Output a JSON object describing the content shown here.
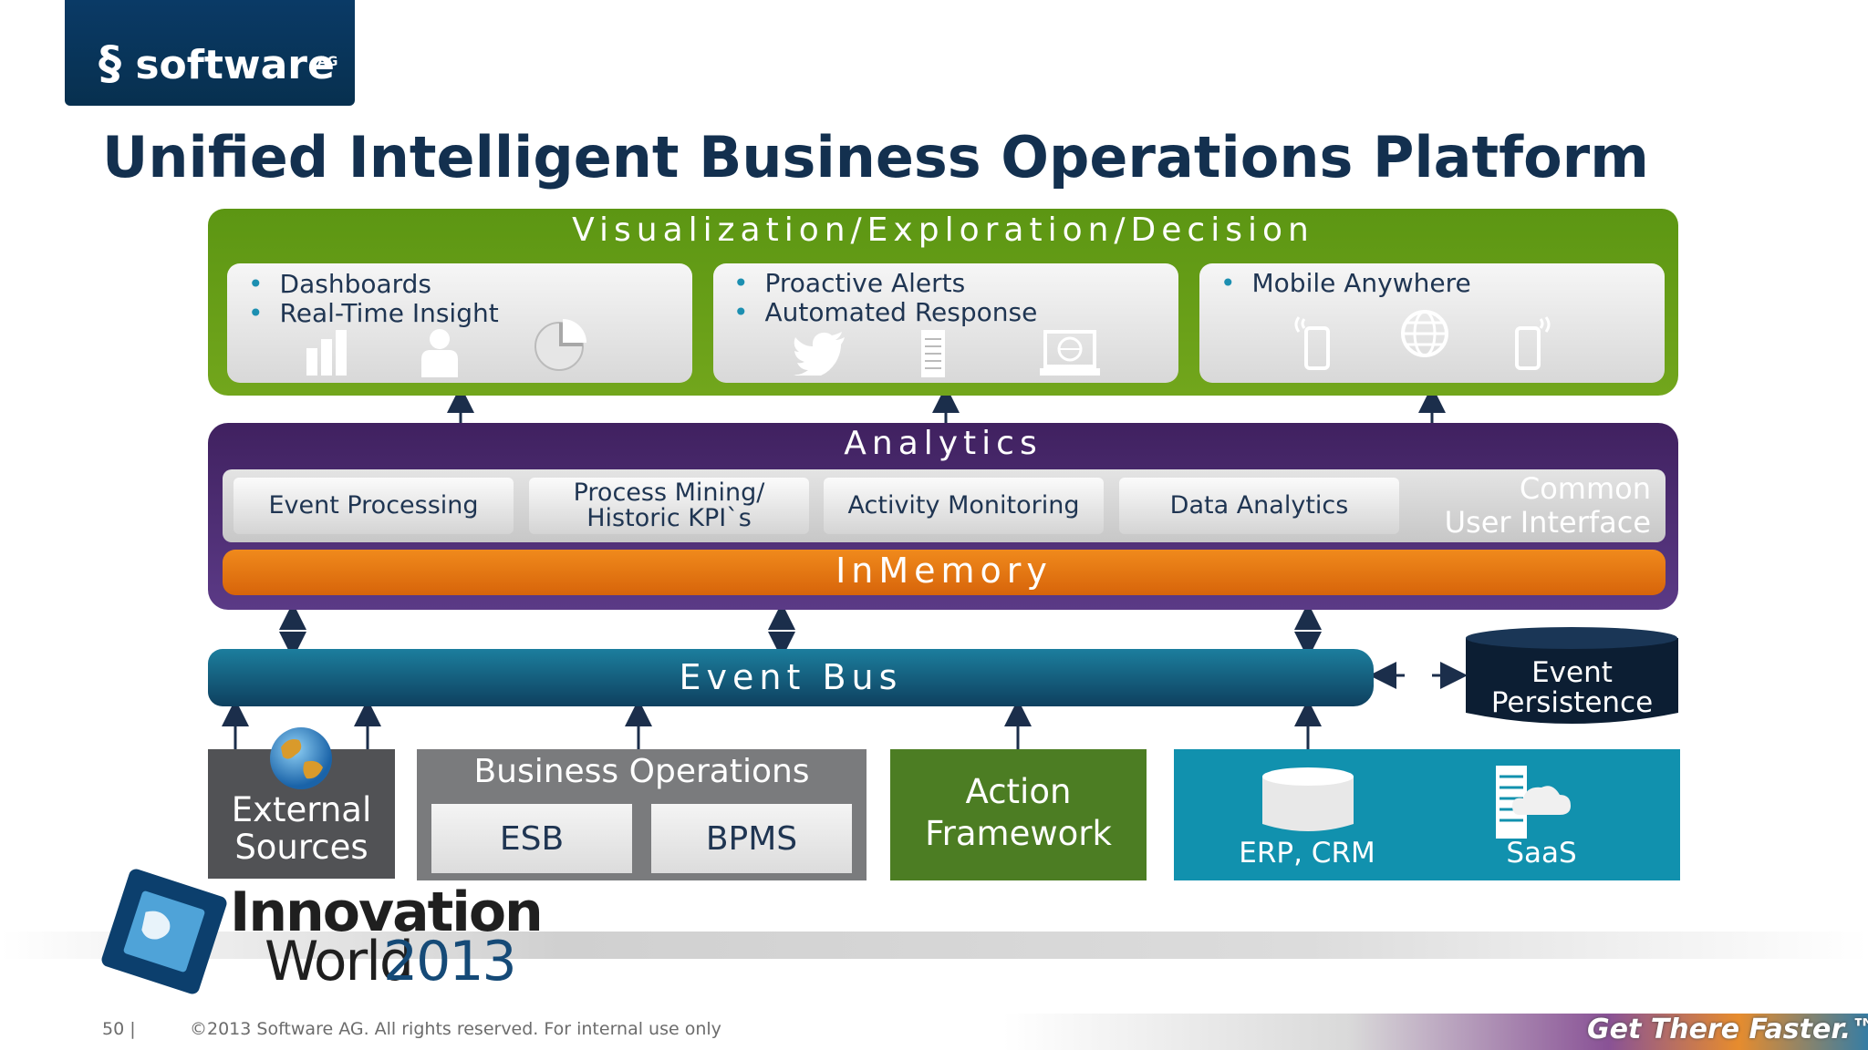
{
  "brand": {
    "name": "software",
    "suffix": "AG"
  },
  "title": "Unified Intelligent Business Operations Platform",
  "visualization": {
    "title": "Visualization/Exploration/Decision",
    "panels": [
      {
        "items": [
          "Dashboards",
          "Real-Time Insight"
        ]
      },
      {
        "items": [
          "Proactive Alerts",
          "Automated Response"
        ]
      },
      {
        "items": [
          "Mobile Anywhere"
        ]
      }
    ],
    "icons": [
      "bar-chart-icon",
      "person-icon",
      "pie-chart-icon",
      "twitter-bird-icon",
      "server-icon",
      "laptop-globe-icon",
      "mobile-wireless-icon",
      "globe-icon",
      "mobile-wireless-icon"
    ]
  },
  "analytics": {
    "title": "Analytics",
    "modules": [
      "Event Processing",
      "Process Mining/ Historic KPI`s",
      "Activity Monitoring",
      "Data Analytics"
    ],
    "common_ui": [
      "Common",
      "User Interface"
    ],
    "inmemory": "InMemory"
  },
  "event_bus": {
    "label": "Event Bus"
  },
  "event_persistence": {
    "lines": [
      "Event",
      "Persistence"
    ]
  },
  "sources": {
    "external": [
      "External",
      "Sources"
    ],
    "business_operations": {
      "title": "Business Operations",
      "esb": "ESB",
      "bpms": "BPMS"
    },
    "action_framework": [
      "Action",
      "Framework"
    ],
    "erp_crm": "ERP, CRM",
    "saas": "SaaS"
  },
  "footer": {
    "event_line1": "Innovation",
    "event_line2a": "World",
    "event_line2b": "2013",
    "page": "50 |",
    "copyright": "©2013 Software AG. All rights reserved. For internal use only",
    "tagline": "Get There Faster.™"
  },
  "colors": {
    "title": "#13304f",
    "viz_green": "#6aa11a",
    "analytics_purple": "#4f2f78",
    "inmemory_orange": "#e7780f",
    "bus_teal": "#156a8d",
    "action_green": "#4c7d23",
    "erp_teal": "#1191ae"
  }
}
